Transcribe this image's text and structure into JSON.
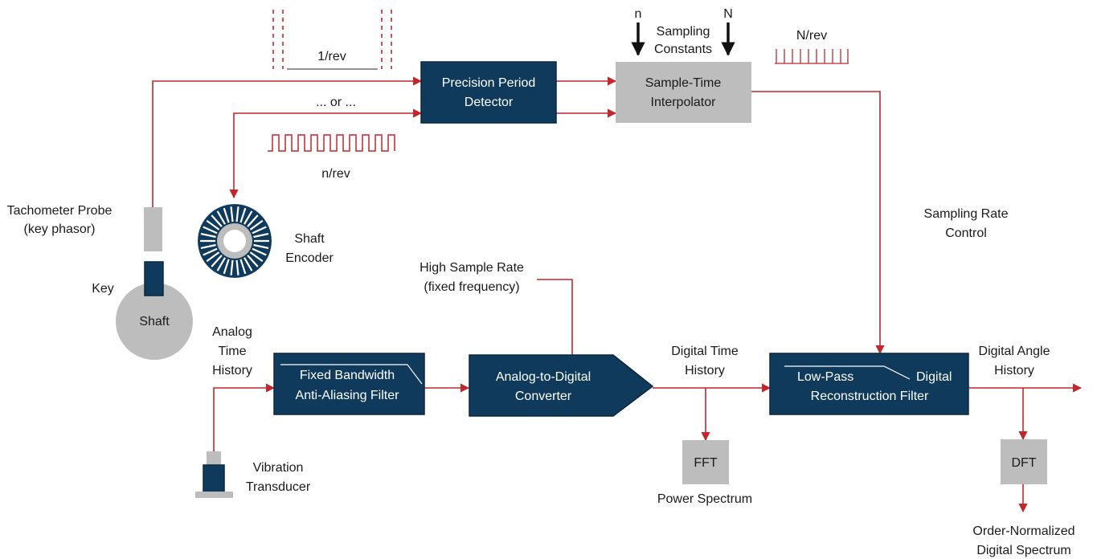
{
  "colors": {
    "block": "#0f3a5c",
    "gray": "#bdbdbd",
    "signal": "#c1272d",
    "text": "#1a1a1a"
  },
  "labels": {
    "one_per_rev": "1/rev",
    "or_text": "... or ...",
    "n_per_rev": "n/rev",
    "big_n_per_rev": "N/rev",
    "n": "n",
    "big_n": "N",
    "sampling": "Sampling",
    "constants": "Constants",
    "tach_line1": "Tachometer Probe",
    "tach_line2": "(key phasor)",
    "key": "Key",
    "shaft": "Shaft",
    "shaft_encoder_line1": "Shaft",
    "shaft_encoder_line2": "Encoder",
    "sampling_rate_line1": "Sampling Rate",
    "sampling_rate_line2": "Control",
    "high_rate_line1": "High Sample Rate",
    "high_rate_line2": "(fixed frequency)",
    "analog_line1": "Analog",
    "analog_line2": "Time",
    "analog_line3": "History",
    "digital_time_line1": "Digital Time",
    "digital_time_line2": "History",
    "digital_angle_line1": "Digital Angle",
    "digital_angle_line2": "History",
    "vib_line1": "Vibration",
    "vib_line2": "Transducer",
    "power_spectrum": "Power Spectrum",
    "order_line1": "Order-Normalized",
    "order_line2": "Digital Spectrum"
  },
  "blocks": {
    "ppd_line1": "Precision Period",
    "ppd_line2": "Detector",
    "sti_line1": "Sample-Time",
    "sti_line2": "Interpolator",
    "aaf_line1": "Fixed Bandwidth",
    "aaf_line2": "Anti-Aliasing Filter",
    "adc_line1": "Analog-to-Digital",
    "adc_line2": "Converter",
    "lpf_line1a": "Low-Pass",
    "lpf_line1b": "Digital",
    "lpf_line2": "Reconstruction Filter",
    "fft": "FFT",
    "dft": "DFT"
  }
}
